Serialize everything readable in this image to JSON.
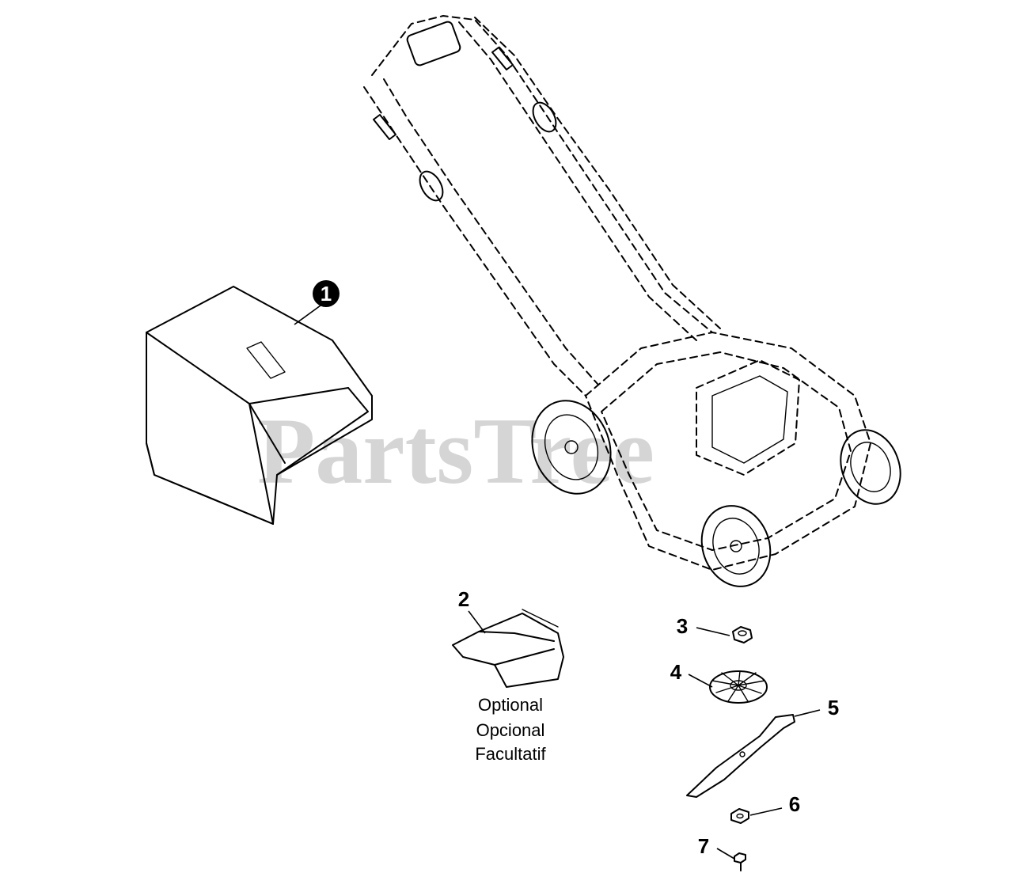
{
  "watermark": "PartsTree",
  "callouts": [
    {
      "id": "1",
      "label": "1"
    },
    {
      "id": "2",
      "label": "2"
    },
    {
      "id": "3",
      "label": "3"
    },
    {
      "id": "4",
      "label": "4"
    },
    {
      "id": "5",
      "label": "5"
    },
    {
      "id": "6",
      "label": "6"
    },
    {
      "id": "7",
      "label": "7"
    }
  ],
  "optional_note": {
    "line1": "Optional",
    "line2": "Opcional",
    "line3": "Facultatif"
  }
}
